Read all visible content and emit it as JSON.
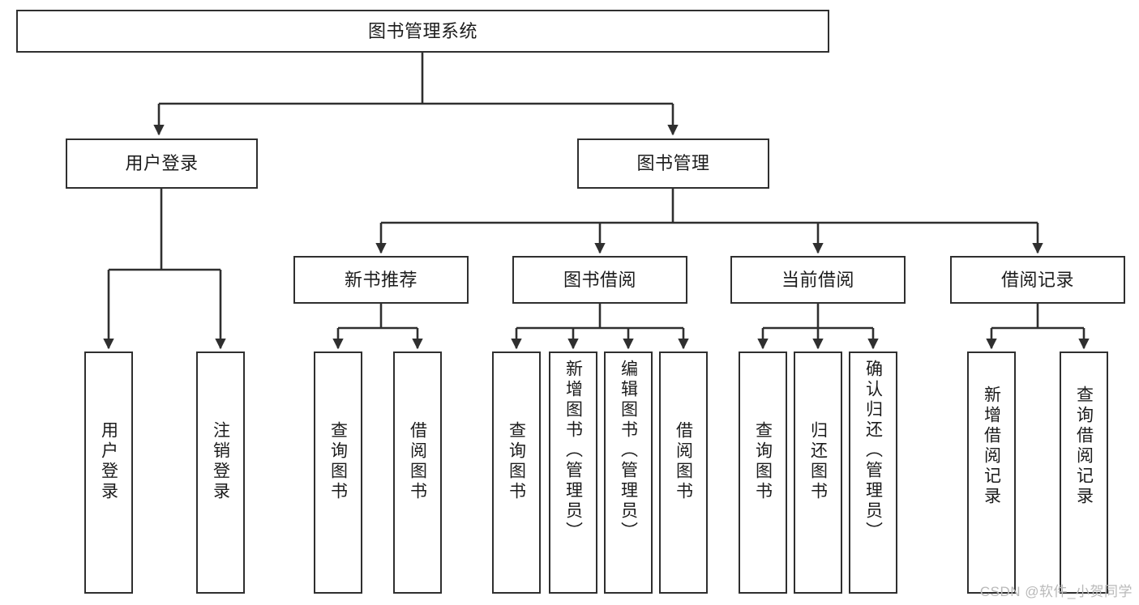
{
  "diagram": {
    "title": "图书管理系统",
    "type": "hierarchy-tree",
    "root": {
      "id": "root",
      "label": "图书管理系统"
    },
    "level2": [
      {
        "id": "user-login",
        "label": "用户登录"
      },
      {
        "id": "book-management",
        "label": "图书管理"
      }
    ],
    "level3": [
      {
        "id": "new-book-recommend",
        "label": "新书推荐"
      },
      {
        "id": "book-borrow",
        "label": "图书借阅"
      },
      {
        "id": "current-borrow",
        "label": "当前借阅"
      },
      {
        "id": "borrow-record",
        "label": "借阅记录"
      }
    ],
    "leaves": {
      "user_login": [
        {
          "id": "leaf-user-login",
          "label": "用户登录"
        },
        {
          "id": "leaf-logout-login",
          "label": "注销登录"
        }
      ],
      "new_book_recommend": [
        {
          "id": "leaf-query-book-1",
          "label": "查询图书"
        },
        {
          "id": "leaf-borrow-book-1",
          "label": "借阅图书"
        }
      ],
      "book_borrow": [
        {
          "id": "leaf-query-book-2",
          "label": "查询图书"
        },
        {
          "id": "leaf-add-book",
          "label": "新增图书（管理员）"
        },
        {
          "id": "leaf-edit-book",
          "label": "编辑图书（管理员）"
        },
        {
          "id": "leaf-borrow-book-2",
          "label": "借阅图书"
        }
      ],
      "current_borrow": [
        {
          "id": "leaf-query-book-3",
          "label": "查询图书"
        },
        {
          "id": "leaf-return-book",
          "label": "归还图书"
        },
        {
          "id": "leaf-confirm-return",
          "label": "确认归还（管理员）"
        }
      ],
      "borrow_record": [
        {
          "id": "leaf-add-record",
          "label": "新增借阅记录"
        },
        {
          "id": "leaf-query-record",
          "label": "查询借阅记录"
        }
      ]
    },
    "colors": {
      "stroke": "#2f2f2f",
      "fill": "#ffffff",
      "text": "#1c1c1c",
      "watermark": "#b9b9b9"
    }
  },
  "watermark": {
    "text": "CSDN @软件_小贺同学"
  }
}
